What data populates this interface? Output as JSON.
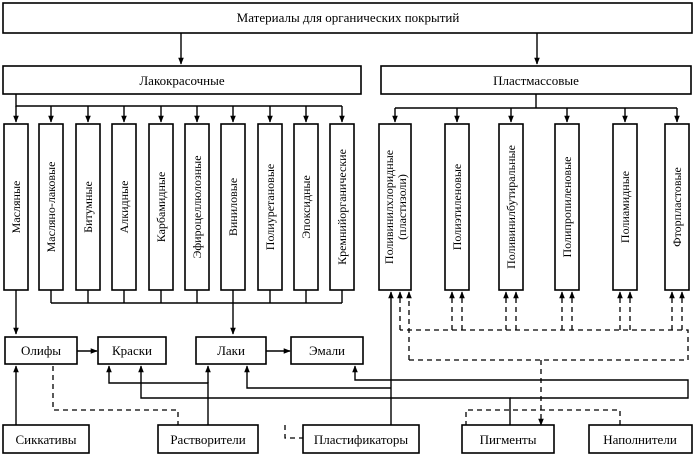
{
  "root": "Материалы для органических покрытий",
  "groups": {
    "paint": "Лакокрасочные",
    "plastic": "Пластмассовые"
  },
  "paint_types": [
    "Масляные",
    "Масляно-лаковые",
    "Битумные",
    "Алкидные",
    "Карбамидные",
    "Эфироцеллюлозные",
    "Виниловые",
    "Полиуретановые",
    "Эпоксидные",
    "Кремнийорганические"
  ],
  "plastic_types": [
    {
      "line1": "Поливинилхлоридные",
      "line2": "(пластизоли)"
    },
    {
      "line1": "Полиэтиленовые",
      "line2": ""
    },
    {
      "line1": "Поливинилбутиральные",
      "line2": ""
    },
    {
      "line1": "Полипропиленовые",
      "line2": ""
    },
    {
      "line1": "Полиамидные",
      "line2": ""
    },
    {
      "line1": "Фторпластовые",
      "line2": ""
    }
  ],
  "products": [
    "Олифы",
    "Краски",
    "Лаки",
    "Эмали"
  ],
  "components": [
    "Сиккативы",
    "Растворители",
    "Пластификаторы",
    "Пигменты",
    "Наполнители"
  ]
}
